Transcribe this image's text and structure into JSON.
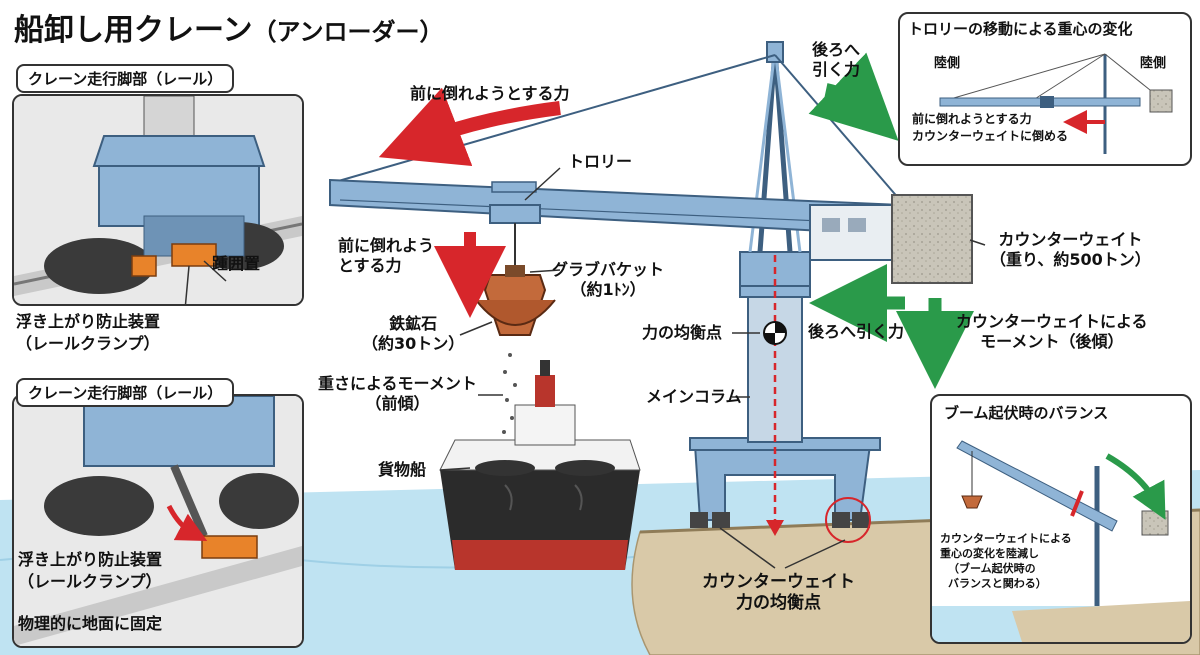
{
  "title": {
    "main": "船卸し用クレーン",
    "sub": "（アンローダー）"
  },
  "panel_rail_top": {
    "title": "クレーン走行脚部（レール）",
    "labels": [
      "踵囲置",
      "浮き上がり防止装置",
      "（レールクランプ）"
    ]
  },
  "panel_rail_bottom": {
    "title": "クレーン走行脚部（レール）",
    "labels": [
      "浮き上がり防止装置",
      "（レールクランプ）",
      "物理的に地面に固定"
    ]
  },
  "panel_trolley": {
    "title": "トロリーの移動による重心の変化",
    "side_left": "陸側",
    "side_right": "陸側",
    "note": [
      "前に倒れようとする力",
      "カウンターウェイトに倒める"
    ]
  },
  "panel_boom": {
    "title": "ブーム起伏時のバランス",
    "note": [
      "カウンターウェイトによる",
      "重心の変化を陸減し",
      "（ブーム起伏時の",
      "バランスと関わる）"
    ]
  },
  "labels": {
    "forward_force_top": "前に倒れようとする力",
    "pull_back_top": [
      "後ろへ",
      "引く力"
    ],
    "trolley": "トロリー",
    "forward_force_mid": [
      "前に倒れよう",
      "とする力"
    ],
    "grab_bucket": [
      "グラブバケット",
      "（約1ﾄﾝ）"
    ],
    "iron_ore": [
      "鉄鉱石",
      "（約30トン）"
    ],
    "weight_moment": [
      "重さによるモーメント",
      "（前傾）"
    ],
    "cargo_ship": "貨物船",
    "balance_point": "力の均衡点",
    "pull_back_mid": "後ろへ引く力",
    "main_column": "メインコラム",
    "counterweight": [
      "カウンターウェイト",
      "（重り、約500トン）"
    ],
    "cw_moment": [
      "カウンターウェイトによる",
      "モーメント（後傾）"
    ],
    "cw_balance": [
      "カウンターウェイト",
      "力の均衡点"
    ]
  },
  "colors": {
    "crane_blue": "#8fb4d6",
    "crane_dark": "#3d5f80",
    "sea": "#bfe3f2",
    "ground": "#d9c9a8",
    "red_arrow": "#d7262b",
    "green_arrow": "#2a9a4a",
    "clamp_orange": "#e8832a",
    "ship_red": "#b8352c",
    "ship_black": "#2b2b2b"
  },
  "icons": [
    "balance-point-icon",
    "red-arrow-icon",
    "green-arrow-icon"
  ]
}
